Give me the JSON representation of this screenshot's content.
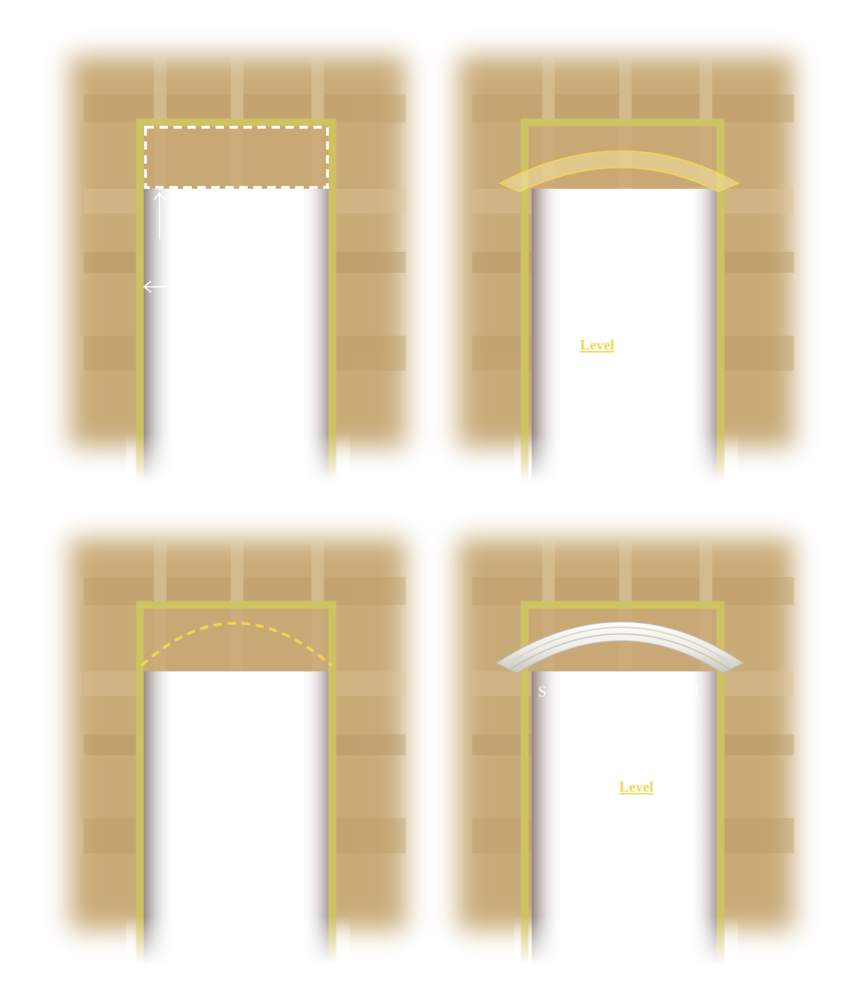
{
  "colors": {
    "wall": "#c9ab78",
    "wall_dark": "#b79663",
    "wall_light": "#dcc599",
    "frame": "#cfc263",
    "header_fill": "#c7a672",
    "opening": "#ffffff",
    "highlight_yellow": "#f3d64c",
    "dashed_white": "#ffffff",
    "molding": "#f4f2ea"
  },
  "panels": [
    {
      "id": "step-measure",
      "title": "",
      "icons": [
        "arrow-up-icon",
        "arrow-left-icon"
      ],
      "outline": "dashed-rectangle"
    },
    {
      "id": "step-position",
      "title": "",
      "link_text": "Level",
      "outline": "arch-piece"
    },
    {
      "id": "step-trace",
      "title": "",
      "outline": "dashed-arc"
    },
    {
      "id": "step-install",
      "title": "",
      "link_text": "Level",
      "caption_left": "S",
      "caption_right": "d",
      "outline": "molding-arch"
    }
  ]
}
